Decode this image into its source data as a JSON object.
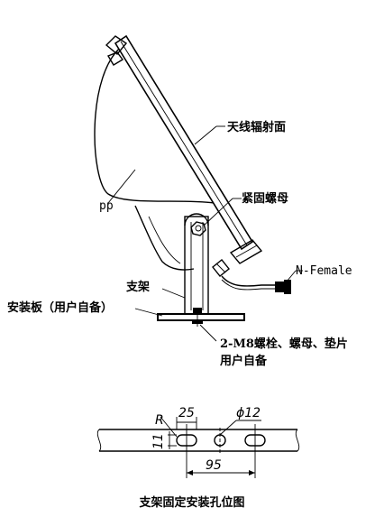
{
  "labels": {
    "antenna_surface": "天线辐射面",
    "pp": "pp",
    "lock_nut": "紧固螺母",
    "n_female": "N-Female",
    "bracket": "支架",
    "mounting_plate": "安装板（用户自备）",
    "bolts_line1": "2-M8螺栓、螺母、垫片",
    "bolts_line2": "用户自备"
  },
  "dimensions": {
    "d25": "25",
    "d12": "ϕ12",
    "d95": "95",
    "r": "R",
    "d11": "11"
  },
  "caption": "支架固定安装孔位图"
}
